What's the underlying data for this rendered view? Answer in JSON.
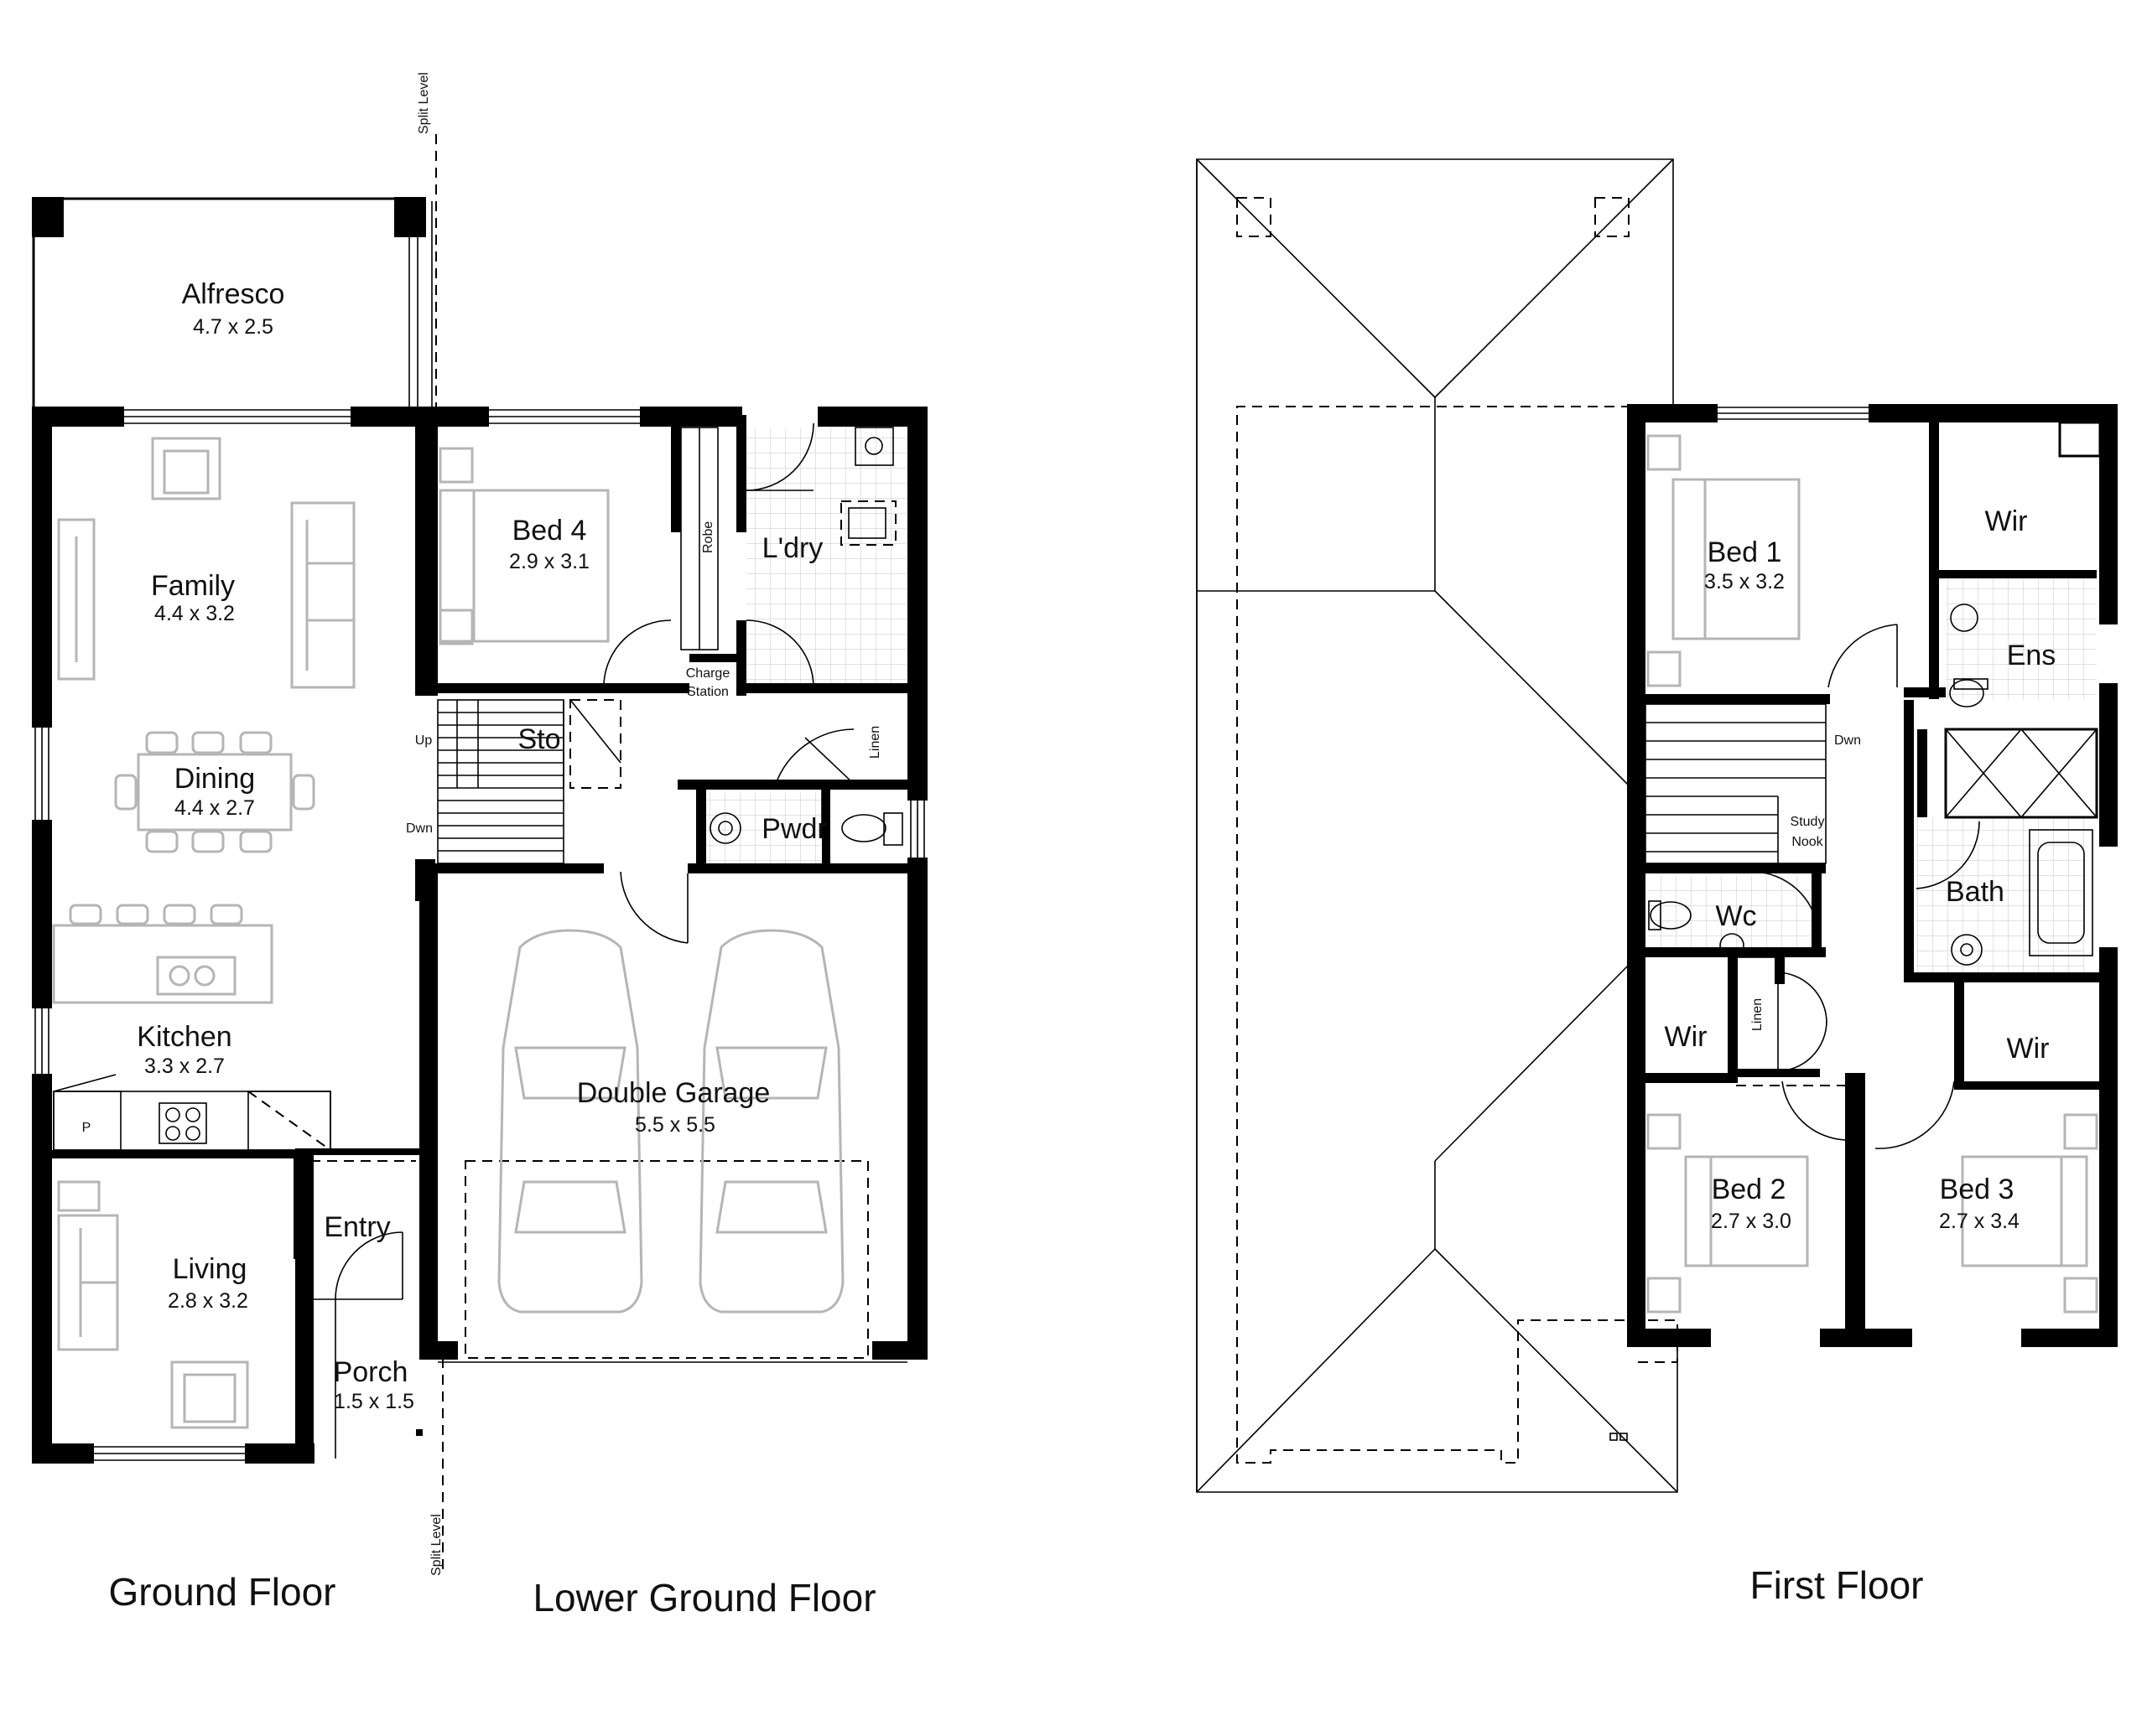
{
  "floors": {
    "ground": "Ground Floor",
    "lower_ground": "Lower Ground Floor",
    "first": "First Floor"
  },
  "markers": {
    "split_level": "Split Level",
    "up": "Up",
    "down": "Dwn"
  },
  "rooms": {
    "alfresco": {
      "name": "Alfresco",
      "dim": "4.7 x 2.5"
    },
    "family": {
      "name": "Family",
      "dim": "4.4 x 3.2"
    },
    "dining": {
      "name": "Dining",
      "dim": "4.4 x 2.7"
    },
    "kitchen": {
      "name": "Kitchen",
      "dim": "3.3 x 2.7"
    },
    "pantry": {
      "name": "P"
    },
    "living": {
      "name": "Living",
      "dim": "2.8 x 3.2"
    },
    "entry": {
      "name": "Entry"
    },
    "porch": {
      "name": "Porch",
      "dim": "1.5 x 1.5"
    },
    "bed4": {
      "name": "Bed 4",
      "dim": "2.9 x 3.1"
    },
    "robe": {
      "name": "Robe"
    },
    "charge_station": {
      "line1": "Charge",
      "line2": "Station"
    },
    "laundry": {
      "name": "L'dry"
    },
    "storage": {
      "name": "Sto"
    },
    "linen_lower": {
      "name": "Linen"
    },
    "powder": {
      "name": "Pwdr"
    },
    "garage": {
      "name": "Double Garage",
      "dim": "5.5 x 5.5"
    },
    "bed1": {
      "name": "Bed 1",
      "dim": "3.5 x 3.2"
    },
    "wir_bed1": {
      "name": "Wir"
    },
    "ensuite": {
      "name": "Ens"
    },
    "study_nook": {
      "line1": "Study",
      "line2": "Nook"
    },
    "wc": {
      "name": "Wc"
    },
    "bath": {
      "name": "Bath"
    },
    "wir_bed2": {
      "name": "Wir"
    },
    "linen_first": {
      "name": "Linen"
    },
    "wir_bed3": {
      "name": "Wir"
    },
    "bed2": {
      "name": "Bed 2",
      "dim": "2.7 x 3.0"
    },
    "bed3": {
      "name": "Bed 3",
      "dim": "2.7 x 3.4"
    }
  }
}
